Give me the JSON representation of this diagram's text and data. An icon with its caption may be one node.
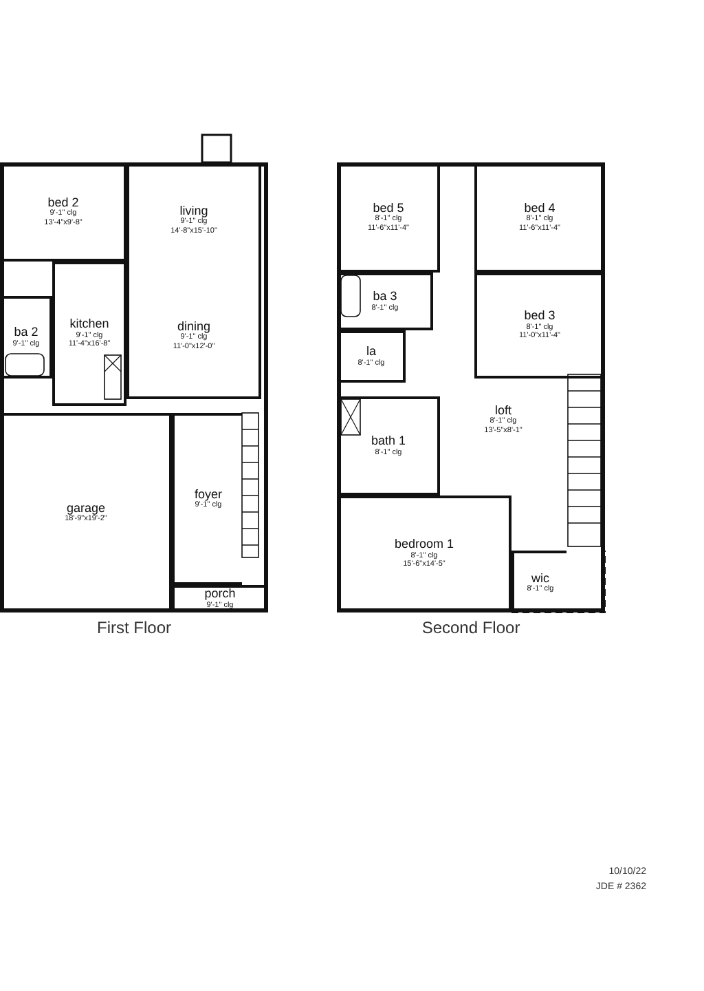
{
  "diagram": {
    "nodes": [
      {
        "text": [
          "First Floor"
        ]
      },
      {
        "text": [
          "bed 2",
          "9'-1\" clg",
          "13'-4\"x9'-8\""
        ],
        "in": 0
      },
      {
        "text": [
          "living",
          "9'-1\" clg",
          "14'-8\"x15'-10\""
        ],
        "in": 0
      },
      {
        "text": [
          "kitchen",
          "9'-1\" clg",
          "11'-4\"x16'-8\""
        ],
        "in": 0
      },
      {
        "text": [
          "ba 2",
          "9'-1\" clg"
        ],
        "in": 0
      },
      {
        "text": [
          "dining",
          "9'-1\" clg",
          "11'-0\"x12'-0\""
        ],
        "in": 0
      },
      {
        "text": [
          "garage",
          "18'-9\"x19'-2\""
        ],
        "in": 0
      },
      {
        "text": [
          "foyer",
          "9'-1\" clg"
        ],
        "in": 0
      },
      {
        "text": [
          "porch",
          "9'-1\" clg"
        ],
        "in": 0
      },
      {
        "text": [
          "Second Floor"
        ]
      },
      {
        "text": [
          "bed 5",
          "8'-1\" clg",
          "11'-6\"x11'-4\""
        ],
        "in": 9
      },
      {
        "text": [
          "bed 4",
          "8'-1\" clg",
          "11'-6\"x11'-4\""
        ],
        "in": 9
      },
      {
        "text": [
          "ba 3",
          "8'-1\" clg"
        ],
        "in": 9
      },
      {
        "text": [
          "bed 3",
          "8'-1\" clg",
          "11'-0\"x11'-4\""
        ],
        "in": 9
      },
      {
        "text": [
          "la",
          "8'-1\" clg"
        ],
        "in": 9
      },
      {
        "text": [
          "loft",
          "8'-1\" clg",
          "13'-5\"x8'-1\""
        ],
        "in": 9
      },
      {
        "text": [
          "bath 1",
          "8'-1\" clg"
        ],
        "in": 9
      },
      {
        "text": [
          "bedroom 1",
          "8'-1\" clg",
          "15'-6\"x14'-5\""
        ],
        "in": 9
      },
      {
        "text": [
          "wic",
          "8'-1\" clg"
        ],
        "in": 9
      }
    ],
    "labels": [
      "10/10/22",
      "JDE # 2362"
    ]
  }
}
